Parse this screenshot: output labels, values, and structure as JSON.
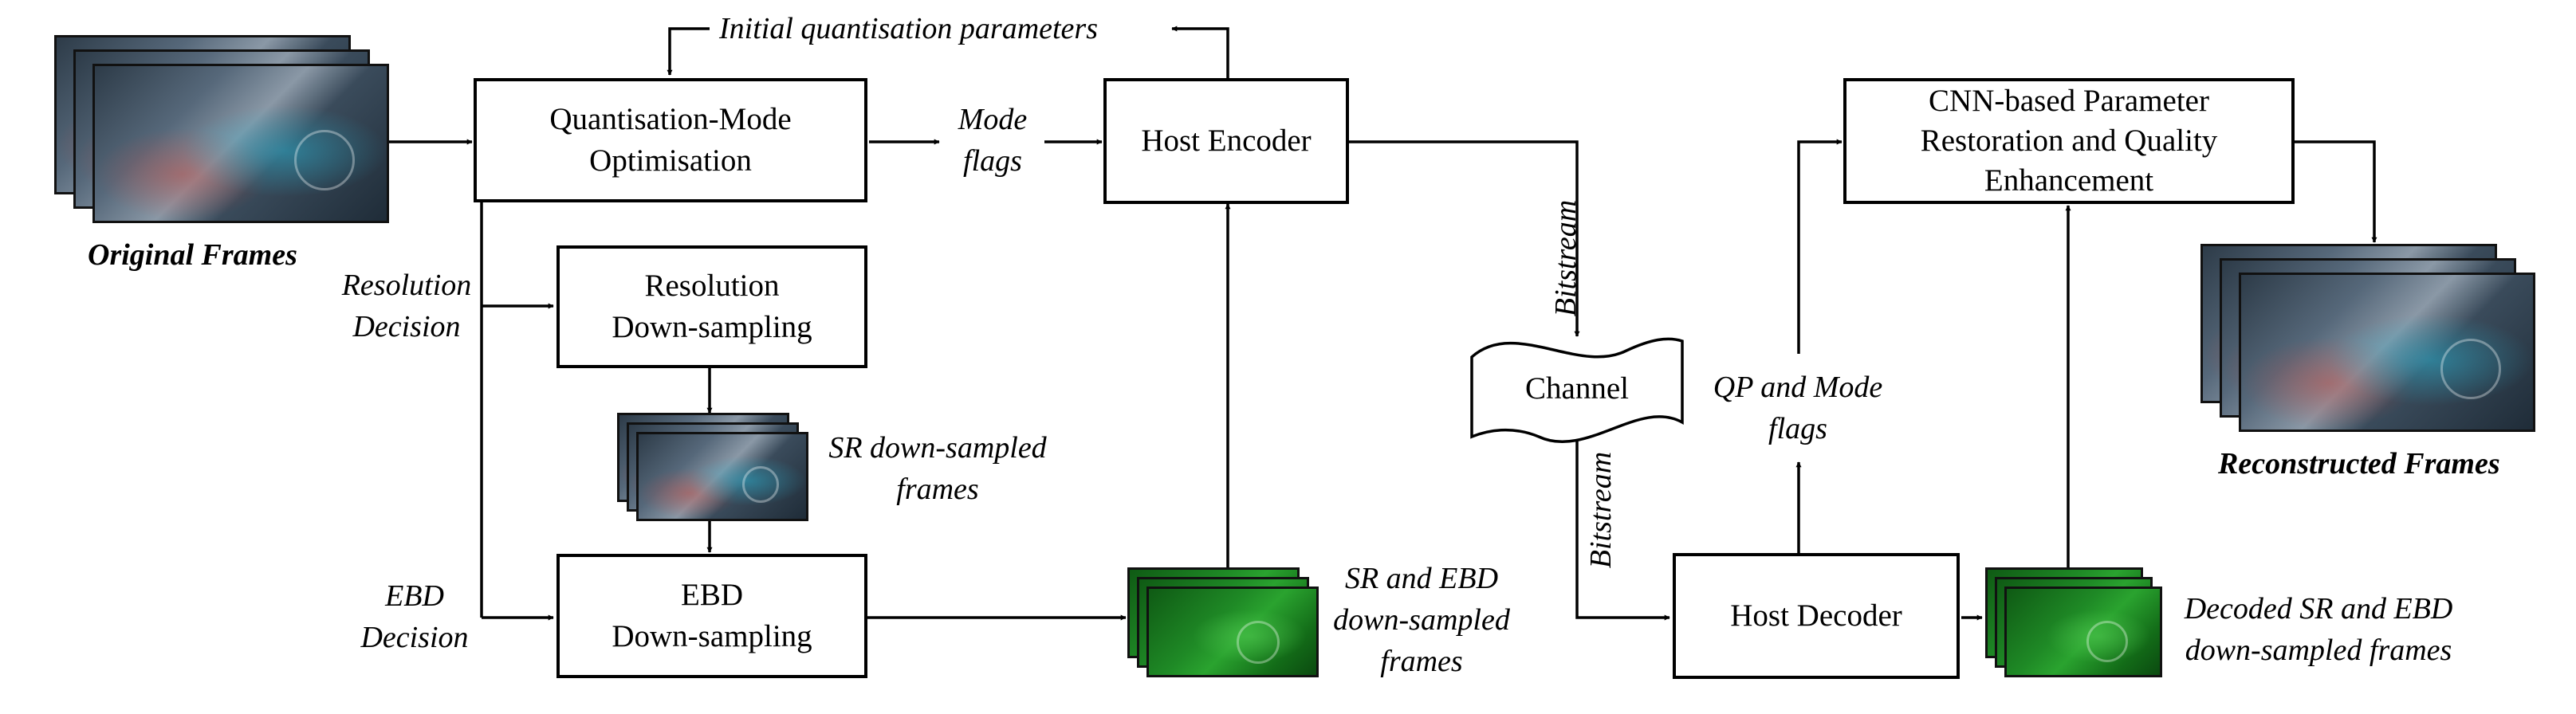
{
  "boxes": {
    "qmo": [
      "Quantisation-Mode",
      "Optimisation"
    ],
    "host_encoder": [
      "Host Encoder"
    ],
    "res_down": [
      "Resolution",
      "Down-sampling"
    ],
    "ebd_down": [
      "EBD",
      "Down-sampling"
    ],
    "channel": [
      "Channel"
    ],
    "host_decoder": [
      "Host Decoder"
    ],
    "cnn": [
      "CNN-based Parameter",
      "Restoration and Quality",
      "Enhancement"
    ]
  },
  "labels": {
    "initial_qp": "Initial quantisation parameters",
    "mode_flags": [
      "Mode",
      "flags"
    ],
    "original_frames": "Original Frames",
    "resolution_decision": [
      "Resolution",
      "Decision"
    ],
    "ebd_decision": [
      "EBD",
      "Decision"
    ],
    "sr_down_frames": [
      "SR down-sampled",
      "frames"
    ],
    "sr_ebd_frames": [
      "SR and EBD",
      "down-sampled",
      "frames"
    ],
    "bitstream_top": "Bitstream",
    "bitstream_bottom": "Bitstream",
    "qp_mode_flags": [
      "QP and Mode",
      "flags"
    ],
    "decoded_frames": [
      "Decoded SR and EBD",
      "down-sampled frames"
    ],
    "reconstructed_frames": "Reconstructed Frames"
  },
  "icons": {
    "frame_stack": "video-frame-stack-icon",
    "green_frame_stack": "green-frame-stack-icon",
    "channel_shape": "wavy-document-shape"
  }
}
